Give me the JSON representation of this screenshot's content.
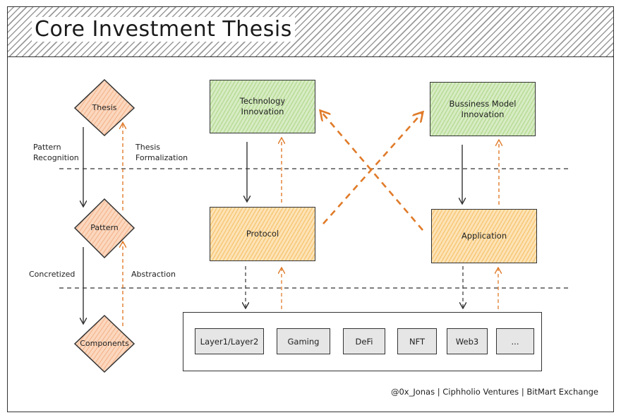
{
  "title": "Core Investment Thesis",
  "left_chain": {
    "nodes": [
      {
        "label": "Thesis"
      },
      {
        "label": "Pattern"
      },
      {
        "label": "Components"
      }
    ],
    "edge_labels": {
      "pattern_recognition": "Pattern\nRecognition",
      "thesis_formalization": "Thesis\nFormalization",
      "concretized": "Concretized",
      "abstraction": "Abstraction"
    }
  },
  "top_boxes": {
    "technology": "Technology\nInnovation",
    "business": "Bussiness Model\nInnovation"
  },
  "mid_boxes": {
    "protocol": "Protocol",
    "application": "Application"
  },
  "components": [
    "Layer1/Layer2",
    "Gaming",
    "DeFi",
    "NFT",
    "Web3",
    "..."
  ],
  "credit": "@0x_Jonas | Ciphholio Ventures | BitMart Exchange",
  "colors": {
    "diamond_fill": "#f9c9a9",
    "green_fill": "#c6e3ad",
    "orange_fill": "#fbd596",
    "chip_fill": "#e6e6e6",
    "arrow_dashed": "#e07b2a",
    "arrow_solid": "#333333"
  }
}
